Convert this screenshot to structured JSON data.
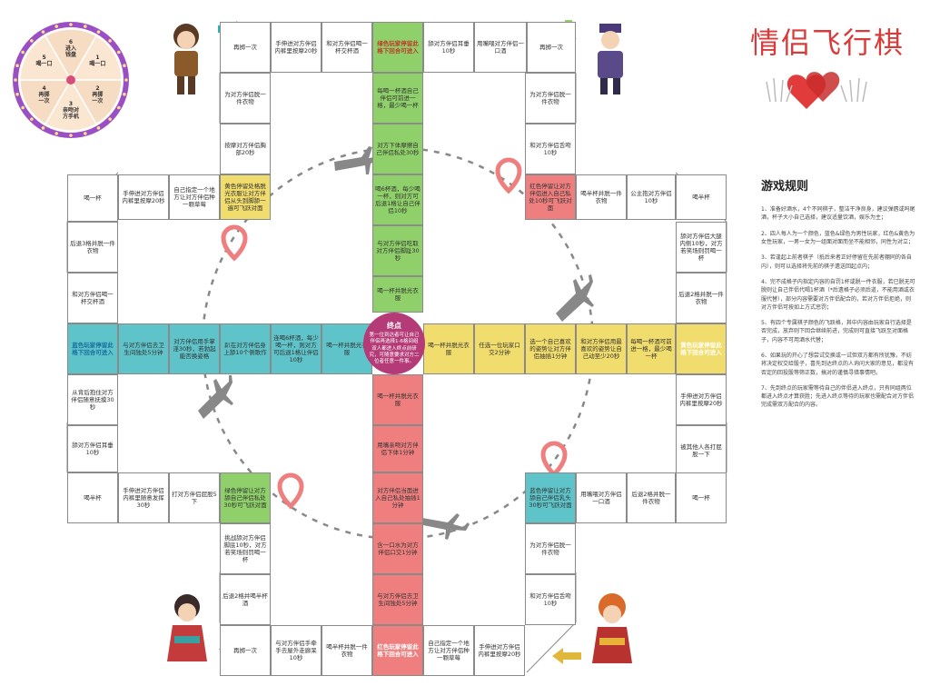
{
  "title": "情侣飞行棋",
  "spinner": {
    "sectors": [
      {
        "num": "6",
        "text": "进入\n钱盘"
      },
      {
        "num": "1",
        "text": "喝一口"
      },
      {
        "num": "2",
        "text": "再掷\n一次"
      },
      {
        "num": "3",
        "text": "亲吻对\n方手机"
      },
      {
        "num": "4",
        "text": "再掷\n一次"
      },
      {
        "num": "5",
        "text": "喝一口"
      }
    ]
  },
  "center": {
    "title": "终点",
    "text": "第一位到达者可让自己伴侣再选择1-6格间组双人都进入终点前研究，可随意要求对方二位者任意一件事。"
  },
  "colors": {
    "green": "#8fd06a",
    "yellow": "#f1dd6d",
    "blue": "#5fc4c9",
    "red": "#ef7f7f",
    "center": "#b43b78"
  },
  "rules": {
    "heading": "游戏规则",
    "items": [
      "1、准备好酒水，4个不同棋子，整洁干净良身，建议弹唇或吗尾酒，杯子大小自己选择，建议适量饮酒，娱乐为主；",
      "2、四人每人为一个颜色，蓝色&绿色为男性玩家，红色&黄色为女性玩家，一男一女为一组面对面而坐不能相邻，同性为对立；",
      "3、若逢起上前者棋子（抵后来者正好停留在先前者棚同的各自内），则可以选择将先前的棋子遗送回起点内；",
      "4、完不成格子内指定内容的自罚1杯或脱一件衣服，若已脱无可脱则让自己伴侣代喝1杯酒（*后遗格子必须后道，不能用酒或衣服代替），部分内容需要对方伴侣配合的，若对方伴侣拒绝，则对方伴侣可按如上方式惩罚；",
      "5、有四个专属棋子颜色的飞跃格，其中内容由玩家自行选择是否完成，放弃则下回合继续前进，完成则可直接飞跃至对面格子，内容不可用酒水代替；",
      "6、如果玩的开心了想尝试交换或一试但双方都有所犹豫，不妨将决定权交给骰子，喜先到达终点的人询问大家的意见，都没有否定的回投骰等筛正数，搞对的谨慎寻错事情吧。",
      "7、先到终点的玩家需等待自己的伴侣进入终点，只有同组两位都进入终点才算获胜；先进入终点等待的玩家也需配合对方伴侣完成需双方配合的内容。"
    ]
  },
  "cells": [
    {
      "t": "再掷一次"
    },
    {
      "t": "手伸进对方伴侣内裤里按摩20秒"
    },
    {
      "t": "和对方伴侣喝一杯交杯酒"
    },
    {
      "t": "绿色玩家停留此格下回合可进入",
      "c": "g",
      "entry": true
    },
    {
      "t": "舔对方伴侣耳垂10秒"
    },
    {
      "t": "用嘴喂对方伴侣一口酒"
    },
    {
      "t": "再掷一次"
    },
    {
      "t": "为对方伴侣脱一件衣物"
    },
    {
      "t": "按摩对方伴侣胸部20秒"
    },
    {
      "t": "每喝一杯酒自己伴侣可前进一格，最少喝一杯",
      "c": "g",
      "lane": true
    },
    {
      "t": "对方下体摩擦自己伴侣私处30秒",
      "c": "g",
      "lane": true
    },
    {
      "t": "喝6杯酒，每少喝一杯，则对方可后退1格让自己伴侣10秒",
      "c": "g",
      "lane": true
    },
    {
      "t": "与对方伴侣吃取对方伴侣脚趾30秒",
      "c": "g",
      "lane": true
    },
    {
      "t": "喝一杯并脱光衣服",
      "c": "g",
      "lane": true
    },
    {
      "t": "为对方伴侣脱一件衣物"
    },
    {
      "t": "和对方伴侣舌吻10秒"
    },
    {
      "t": "红色停留让对方伴侣进入自己私处10秒可飞跃对面",
      "c": "r"
    },
    {
      "t": "喝半杯并脱一件衣物"
    },
    {
      "t": "公主抱对方伴侣10秒"
    },
    {
      "t": "喝半杯"
    },
    {
      "t": "舔对方伴侣大腿内侧10秒，对方若笑场则罚喝一杯"
    },
    {
      "t": "后退2格并脱一件衣物"
    },
    {
      "t": "黄色玩家停留此格下回合可进入",
      "c": "y",
      "entry": true
    },
    {
      "t": "喝一杯并脱光衣服",
      "c": "y",
      "lane": true
    },
    {
      "t": "任选一位玩家口交2分钟",
      "c": "y",
      "lane": true
    },
    {
      "t": "选一个自己喜欢的姿势让对方伴侣抽插1分钟",
      "c": "y",
      "lane": true
    },
    {
      "t": "和对方伴侣用最喜欢的姿势让自己动至少20秒",
      "c": "y",
      "lane": true
    },
    {
      "t": "每喝一杯酒可前进一格，最少喝一杯",
      "c": "y",
      "lane": true
    },
    {
      "t": "手伸进对方伴侣内裤里按摩20秒"
    },
    {
      "t": "被其他人各打屁股一下"
    },
    {
      "t": "喝一杯"
    },
    {
      "t": "后退2格并脱一件衣物"
    },
    {
      "t": "用嘴喂对方伴侣一口酒"
    },
    {
      "t": "蓝色停留让对方舔自己伴侣乳头30秒可飞跃对面",
      "c": "b"
    },
    {
      "t": "为对方伴侣脱一件衣物"
    },
    {
      "t": "和对方伴侣舌吻10秒"
    },
    {
      "t": "手伸进对方伴侣内裤里按摩20秒"
    },
    {
      "t": "自己指定一个地方让对方伴侣种一颗草莓"
    },
    {
      "t": "红色玩家停留此格下回合可进入",
      "c": "r",
      "entry": true
    },
    {
      "t": "喝一杯并脱光衣服",
      "c": "r",
      "lane": true
    },
    {
      "t": "用嘴亲吻对方伴侣下体1分钟",
      "c": "r",
      "lane": true
    },
    {
      "t": "对方伴侣当面进入自己私处抽插1分钟",
      "c": "r",
      "lane": true
    },
    {
      "t": "含一口水为对方伴侣口交1分钟",
      "c": "r",
      "lane": true
    },
    {
      "t": "与对方伴侣去卫生间独处5分钟",
      "c": "r",
      "lane": true
    },
    {
      "t": "喝半杯并脱一件衣物"
    },
    {
      "t": "与对方伴侣手牵手去屋外走廊呆10秒"
    },
    {
      "t": "再掷一次"
    },
    {
      "t": "后退2格并喝半杯酒"
    },
    {
      "t": "挑战舔对方伴侣脚底10秒，对方若笑场则罚喝一杯"
    },
    {
      "t": "绿色停留让对方舔自己伴侣私处30秒可飞跃对面",
      "c": "g"
    },
    {
      "t": "打对方伴侣屁股5下"
    },
    {
      "t": "手伸进对方伴侣内裤里随意发挥30秒"
    },
    {
      "t": "喝半杯"
    },
    {
      "t": "舔对方伴侣耳垂10秒"
    },
    {
      "t": "从背后抱住对方伴侣随意抚摸30秒"
    },
    {
      "t": "蓝色玩家停留此格下回合可进入",
      "c": "b",
      "entry": true
    },
    {
      "t": "与对方伴侣去卫生间独处5分钟",
      "c": "b",
      "lane": true
    },
    {
      "t": "对方伴侣用手掌淫30秒，若勃起能否换姿格",
      "c": "b",
      "lane": true
    },
    {
      "t": "趴在对方伴侣身上舔10个侧歌作",
      "c": "b",
      "lane": true
    },
    {
      "t": "连喝6杯酒，每少喝一杯，则对方可后退1格让伴侣10秒",
      "c": "b",
      "lane": true
    },
    {
      "t": "喝一杯并脱光衣服",
      "c": "b",
      "lane": true
    },
    {
      "t": "和对方伴侣喝一杯交杯酒"
    },
    {
      "t": "后退3格并脱一件衣物"
    },
    {
      "t": "喝一杯"
    },
    {
      "t": "手伸进对方伴侣内裤里按摩20秒"
    },
    {
      "t": "自己指定一个地方让对方伴侣种一颗草莓"
    },
    {
      "t": "黄色停留处格脱光衣服让对方伴侣从头到脚舔一遍可飞跃对面",
      "c": "y"
    }
  ]
}
